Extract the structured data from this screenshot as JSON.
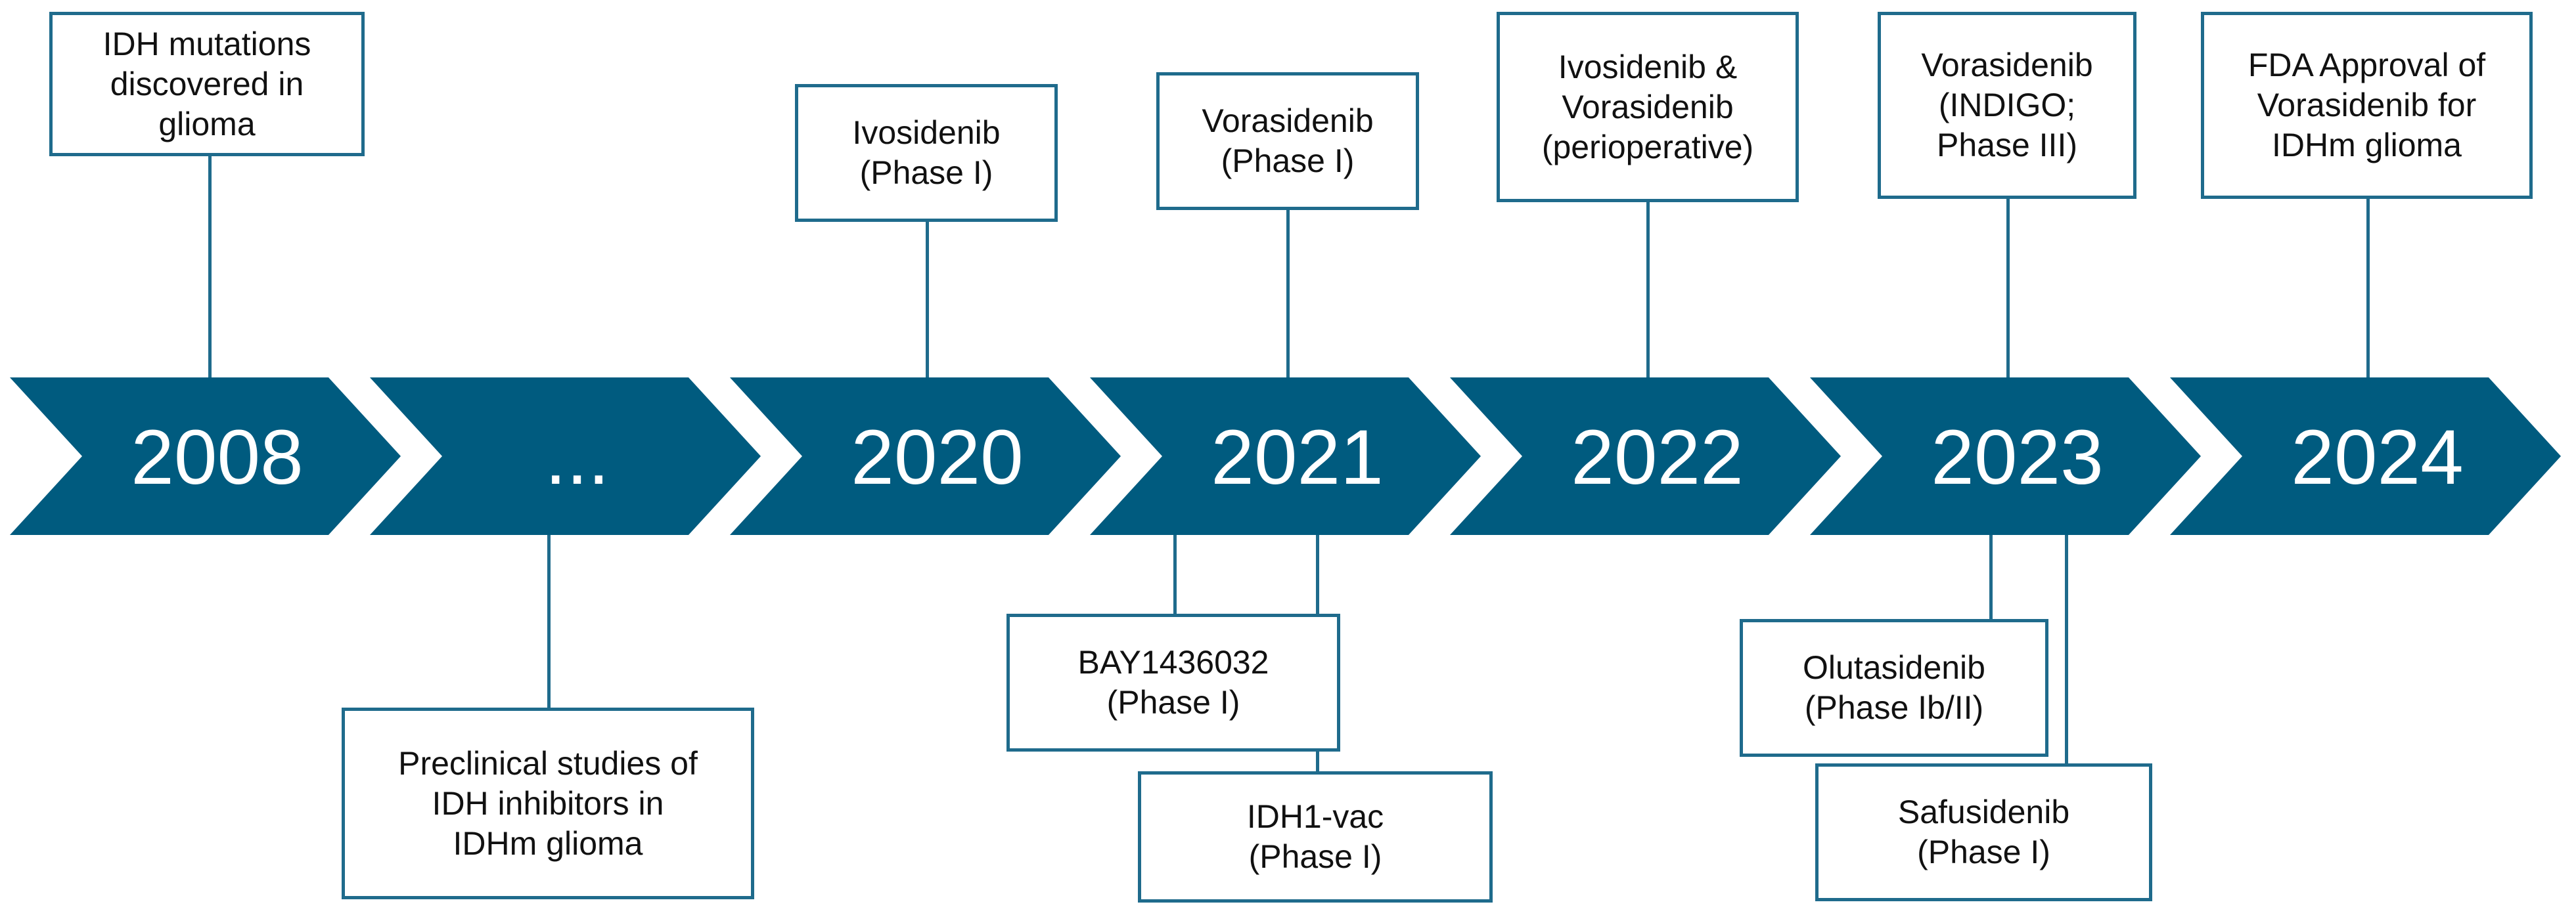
{
  "colors": {
    "chevron": "#005b7f",
    "box_border": "#1f6b8c",
    "year_text": "#ffffff",
    "box_text": "#111111"
  },
  "years": [
    "2008",
    "...",
    "2020",
    "2021",
    "2022",
    "2023",
    "2024"
  ],
  "events": [
    {
      "id": "idh-mutations",
      "lines": [
        "IDH mutations",
        "discovered in",
        "glioma"
      ]
    },
    {
      "id": "ivosidenib",
      "lines": [
        "Ivosidenib",
        "(Phase I)"
      ]
    },
    {
      "id": "vorasidenib-p1",
      "lines": [
        "Vorasidenib",
        "(Phase I)"
      ]
    },
    {
      "id": "perioperative",
      "lines": [
        "Ivosidenib &",
        "Vorasidenib",
        "(perioperative)"
      ]
    },
    {
      "id": "indigo",
      "lines": [
        "Vorasidenib",
        "(INDIGO;",
        "Phase III)"
      ]
    },
    {
      "id": "fda-approval",
      "lines": [
        "FDA Approval of",
        "Vorasidenib for",
        "IDHm glioma"
      ]
    },
    {
      "id": "preclinical",
      "lines": [
        "Preclinical studies of",
        "IDH inhibitors in",
        "IDHm glioma"
      ]
    },
    {
      "id": "bay1436032",
      "lines": [
        "BAY1436032",
        "(Phase I)"
      ]
    },
    {
      "id": "idh1-vac",
      "lines": [
        "IDH1-vac",
        "(Phase I)"
      ]
    },
    {
      "id": "olutasidenib",
      "lines": [
        "Olutasidenib",
        "(Phase Ib/II)"
      ]
    },
    {
      "id": "safusidenib",
      "lines": [
        "Safusidenib",
        "(Phase I)"
      ]
    }
  ]
}
